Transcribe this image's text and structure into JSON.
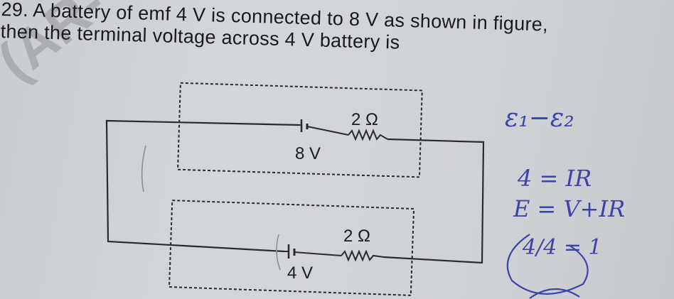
{
  "watermark": "(AR-",
  "question": {
    "number": "29.",
    "text": "A battery of emf 4 V is connected to 8 V as shown in figure, then the terminal voltage across 4 V battery is"
  },
  "circuit": {
    "top_branch": {
      "battery_label": "8 V",
      "resistor_label": "2 Ω"
    },
    "bottom_branch": {
      "battery_label": "4 V",
      "resistor_label": "2 Ω"
    }
  },
  "handwriting": {
    "line1": "ε₁−ε₂",
    "line2": "4 = IR",
    "line3": "E = V+IR",
    "line4": "4/4 = 1"
  }
}
